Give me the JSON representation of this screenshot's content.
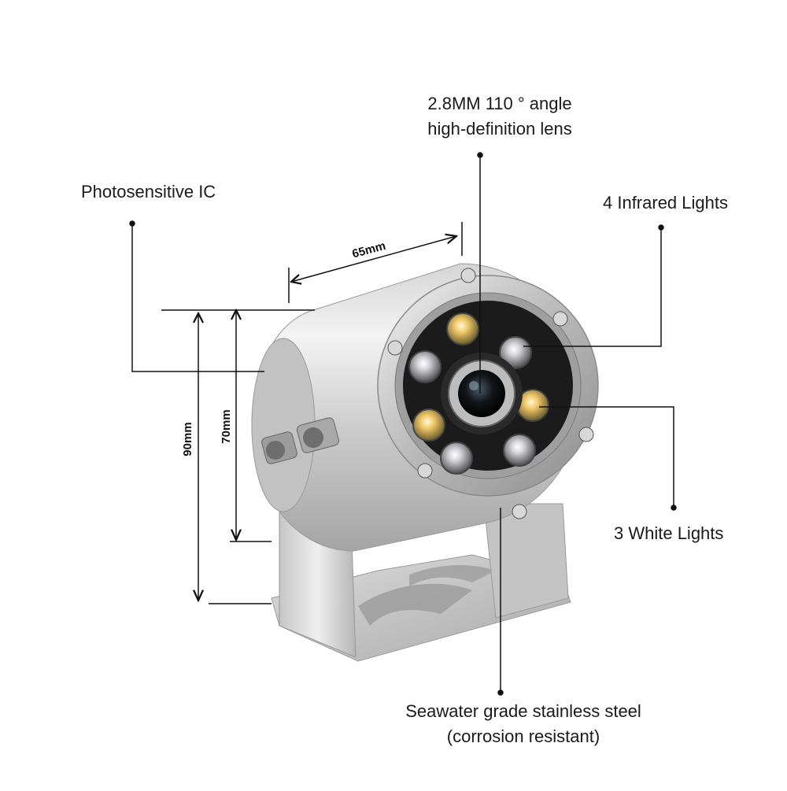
{
  "callouts": {
    "lens": {
      "line1": "2.8MM 110 ° angle",
      "line2": "high-definition lens"
    },
    "photosensitive": "Photosensitive IC",
    "infrared": "4 Infrared Lights",
    "white_lights": "3 White Lights",
    "material": {
      "line1": "Seawater grade stainless steel",
      "line2": "(corrosion resistant)"
    }
  },
  "dimensions": {
    "width": "65mm",
    "height_total": "90mm",
    "height_body": "70mm"
  },
  "colors": {
    "steel_light": "#e4e4e4",
    "steel_mid": "#b9b9b9",
    "steel_dark": "#8a8a8a",
    "lens_black": "#151515",
    "leader_line": "#111111"
  },
  "icons": {
    "led": "led-light-icon",
    "screw": "screw-icon",
    "bolt": "bolt-icon",
    "lens": "camera-lens-icon"
  }
}
